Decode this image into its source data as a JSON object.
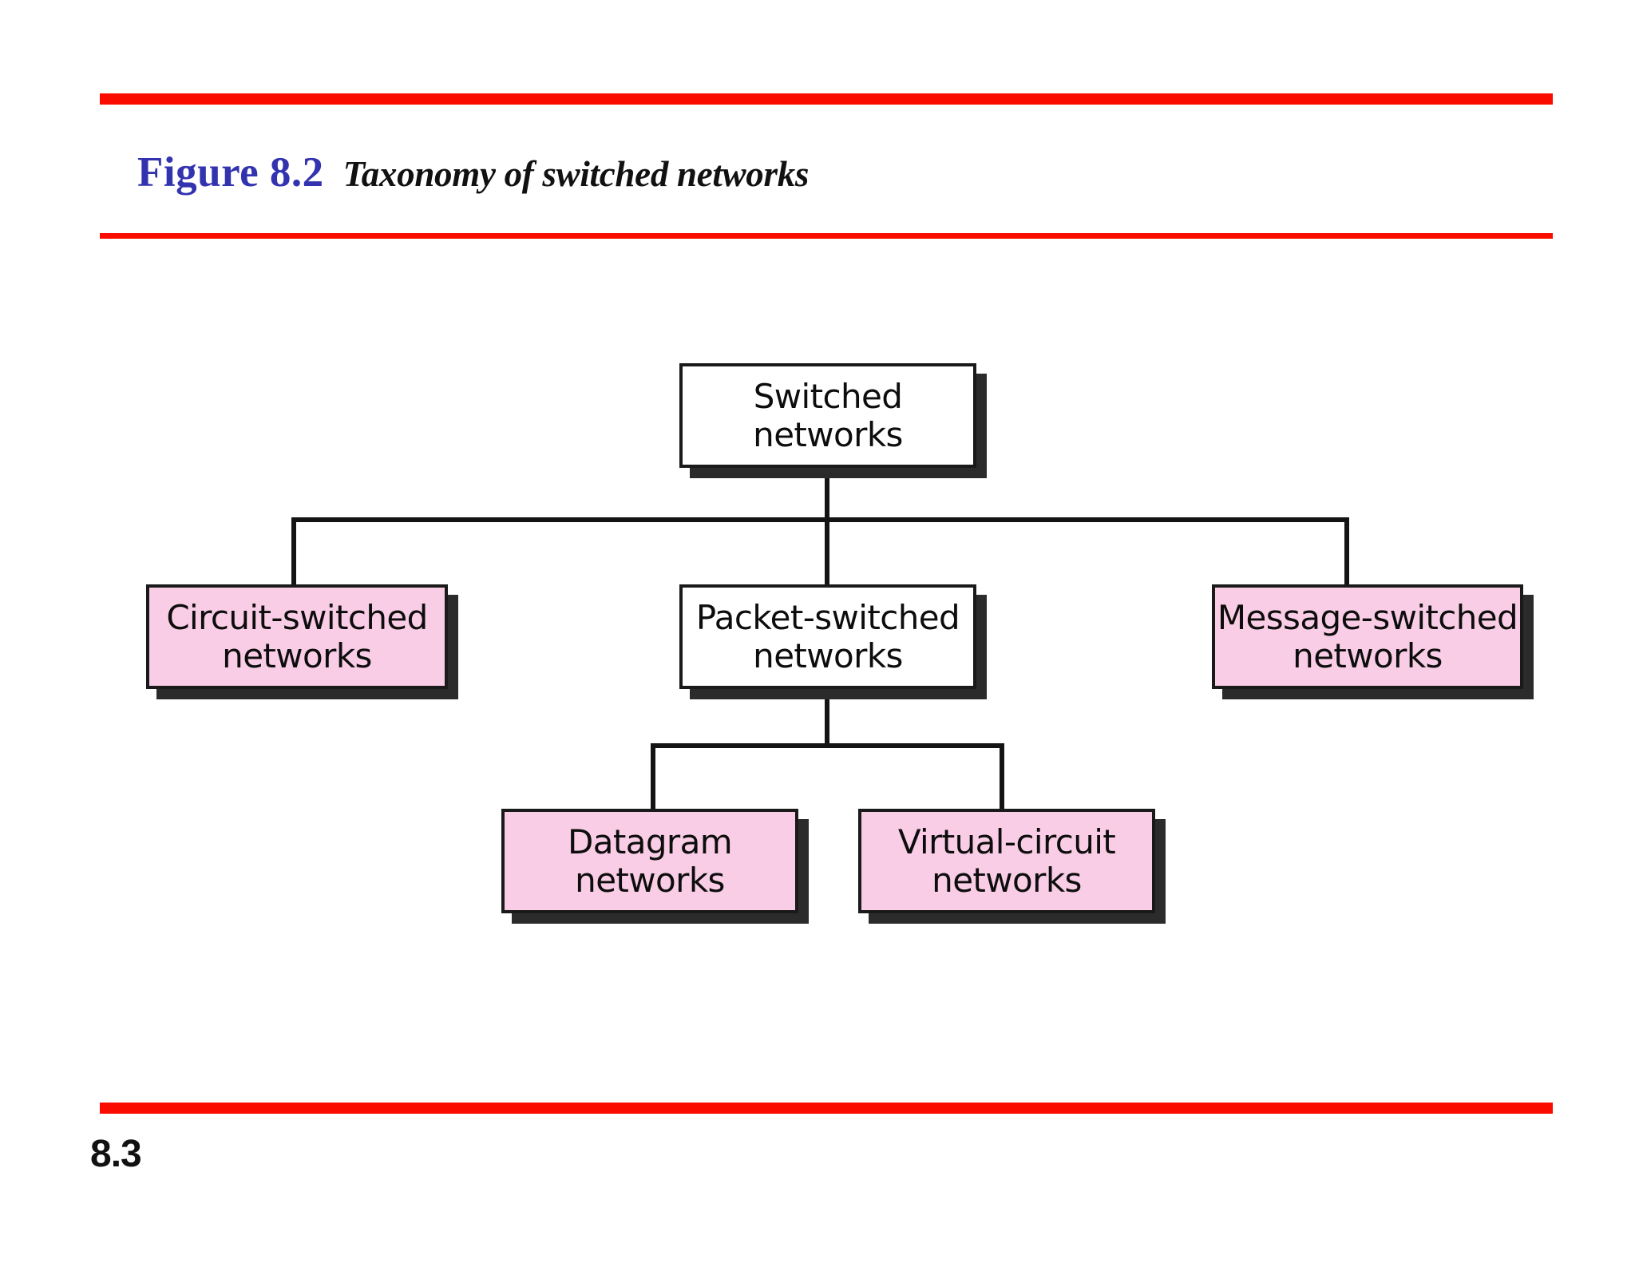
{
  "figure": {
    "number": "Figure 8.2",
    "caption": "Taxonomy of switched networks",
    "page_number": "8.3"
  },
  "colors": {
    "rule_red": "#fb0c00",
    "figure_number_blue": "#3333b0",
    "node_pink": "#f9cde5",
    "node_white": "#ffffff",
    "node_border": "#1a1a1a",
    "node_shadow": "#2b2b2b",
    "text_black": "#0d0d0d"
  },
  "chart_data": {
    "type": "diagram",
    "title": "Taxonomy of switched networks",
    "layout": "tree",
    "nodes": [
      {
        "id": "switched",
        "line1": "Switched",
        "line2": "networks",
        "fill": "white",
        "level": 0
      },
      {
        "id": "circuit",
        "line1": "Circuit-switched",
        "line2": "networks",
        "fill": "pink",
        "level": 1
      },
      {
        "id": "packet",
        "line1": "Packet-switched",
        "line2": "networks",
        "fill": "white",
        "level": 1
      },
      {
        "id": "message",
        "line1": "Message-switched",
        "line2": "networks",
        "fill": "pink",
        "level": 1
      },
      {
        "id": "datagram",
        "line1": "Datagram",
        "line2": "networks",
        "fill": "pink",
        "level": 2
      },
      {
        "id": "virtual-circuit",
        "line1": "Virtual-circuit",
        "line2": "networks",
        "fill": "pink",
        "level": 2
      }
    ],
    "edges": [
      {
        "from": "switched",
        "to": "circuit"
      },
      {
        "from": "switched",
        "to": "packet"
      },
      {
        "from": "switched",
        "to": "message"
      },
      {
        "from": "packet",
        "to": "datagram"
      },
      {
        "from": "packet",
        "to": "virtual-circuit"
      }
    ]
  }
}
